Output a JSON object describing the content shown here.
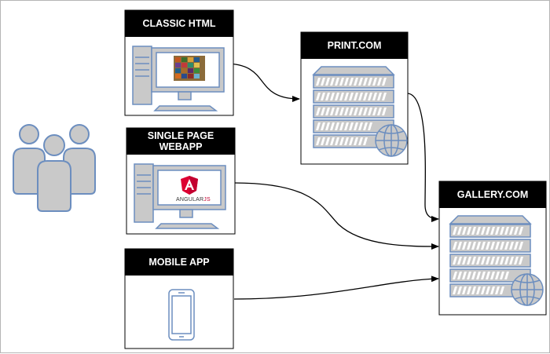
{
  "users_icon": "users-group-icon",
  "nodes": {
    "classic_html": {
      "title": "CLASSIC HTML",
      "icon": "desktop-computer-icon"
    },
    "single_page": {
      "title_line1": "SINGLE PAGE",
      "title_line2": "WEBAPP",
      "icon": "desktop-computer-icon",
      "logo_text": "ANGULAR",
      "logo_suffix": "JS"
    },
    "mobile_app": {
      "title": "MOBILE APP",
      "icon": "smartphone-icon"
    },
    "print_com": {
      "title": "PRINT.COM",
      "icon": "web-server-icon"
    },
    "gallery_com": {
      "title": "GALLERY.COM",
      "icon": "web-server-icon"
    }
  },
  "colors": {
    "header": "#000000",
    "node_border": "#000000",
    "icon_fill": "#c9c9c9",
    "icon_stroke": "#6c8ebf",
    "monitor_screen": "#ffffff",
    "angular_red": "#dd0031",
    "people_fill": "#c9c9c9",
    "people_stroke": "#6c8ebf"
  }
}
